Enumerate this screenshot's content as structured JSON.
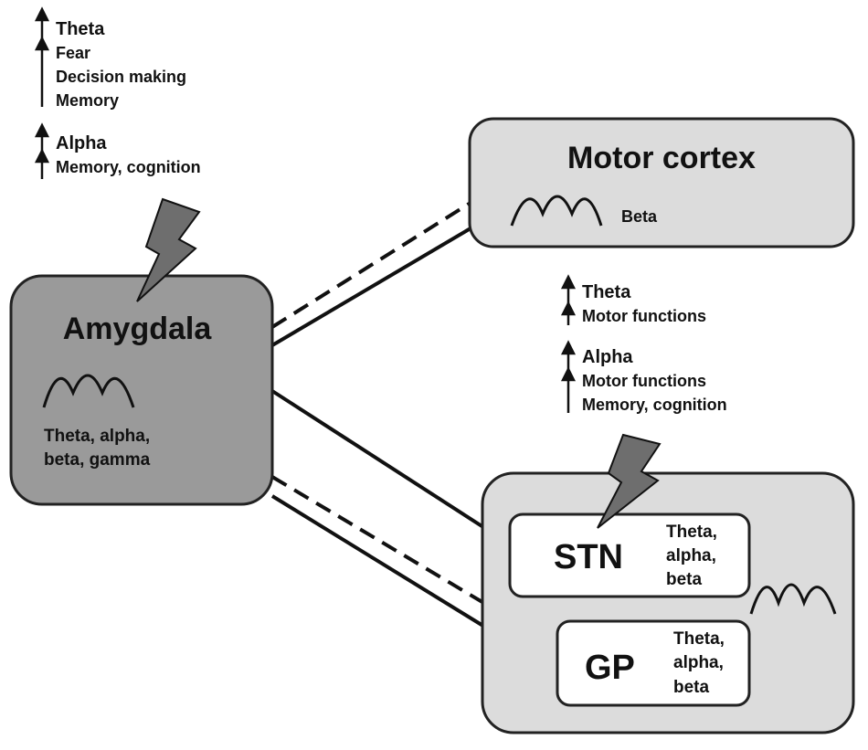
{
  "amygdala": {
    "title": "Amygdala",
    "bands_line1": "Theta, alpha,",
    "bands_line2": "beta, gamma",
    "wave_icon": "wave-icon",
    "fill": "#9a9a9a"
  },
  "amygdala_effects": {
    "theta_heading": "Theta",
    "theta_items": [
      "Fear",
      "Decision making",
      "Memory"
    ],
    "alpha_heading": "Alpha",
    "alpha_items": [
      "Memory, cognition"
    ],
    "arrow_icon": "up-arrow-icon",
    "stimulation_icon": "lightning-bolt-icon"
  },
  "motor_cortex": {
    "title": "Motor cortex",
    "band": "Beta",
    "wave_icon": "wave-icon",
    "fill": "#dcdcdc"
  },
  "basal_ganglia_effects": {
    "theta_heading": "Theta",
    "theta_items": [
      "Motor functions"
    ],
    "alpha_heading": "Alpha",
    "alpha_items": [
      "Motor functions",
      "Memory, cognition"
    ],
    "arrow_icon": "up-arrow-icon",
    "stimulation_icon": "lightning-bolt-icon"
  },
  "basal_ganglia": {
    "fill": "#dcdcdc",
    "wave_icon": "wave-icon",
    "stn": {
      "title": "STN",
      "bands": [
        "Theta,",
        "alpha,",
        "beta"
      ]
    },
    "gp": {
      "title": "GP",
      "bands": [
        "Theta,",
        "alpha,",
        "beta"
      ]
    }
  },
  "colors": {
    "box_stroke": "#222222",
    "bolt_fill": "#6e6e6e",
    "line": "#111111"
  }
}
